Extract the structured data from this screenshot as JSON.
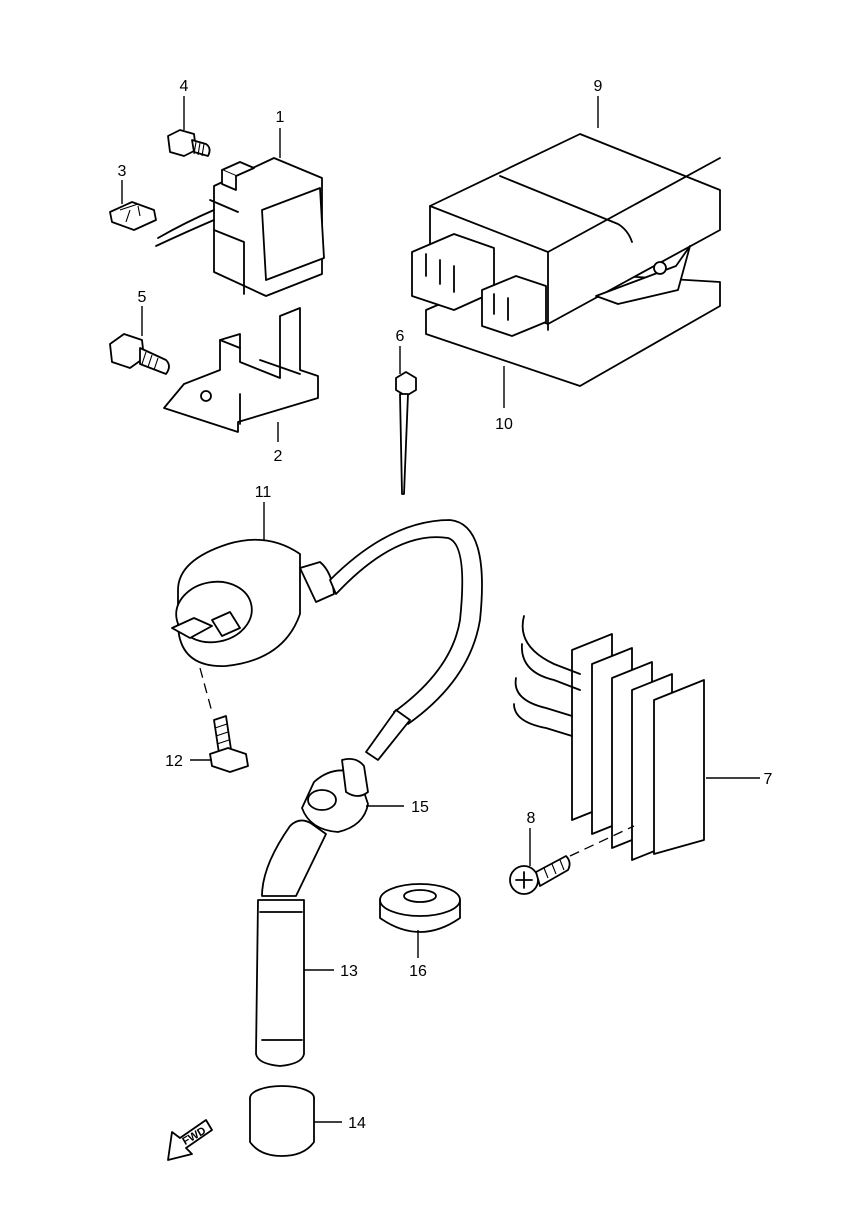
{
  "parts": [
    {
      "id": "1",
      "label": "1"
    },
    {
      "id": "2",
      "label": "2"
    },
    {
      "id": "3",
      "label": "3"
    },
    {
      "id": "4",
      "label": "4"
    },
    {
      "id": "5",
      "label": "5"
    },
    {
      "id": "6",
      "label": "6"
    },
    {
      "id": "7",
      "label": "7"
    },
    {
      "id": "8",
      "label": "8"
    },
    {
      "id": "9",
      "label": "9"
    },
    {
      "id": "10",
      "label": "10"
    },
    {
      "id": "11",
      "label": "11"
    },
    {
      "id": "12",
      "label": "12"
    },
    {
      "id": "13",
      "label": "13"
    },
    {
      "id": "14",
      "label": "14"
    },
    {
      "id": "15",
      "label": "15"
    },
    {
      "id": "16",
      "label": "16"
    }
  ],
  "direction_badge": "FWD"
}
